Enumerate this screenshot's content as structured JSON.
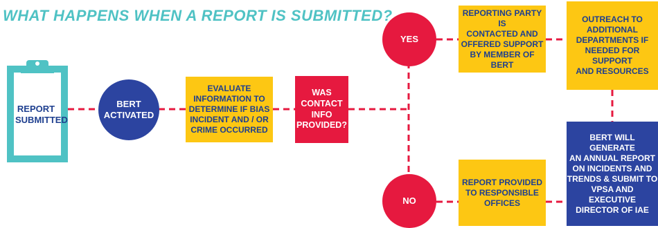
{
  "title": "WHAT HAPPENS WHEN A REPORT IS SUBMITTED?",
  "colors": {
    "teal": "#4fc2c4",
    "navy": "#2c44a0",
    "yellow": "#fdc713",
    "red": "#e6193f",
    "dash": "#e6193f",
    "text_dark": "#1e3f8f",
    "text_light": "#ffffff"
  },
  "icons": {
    "clipboard": "clipboard-icon"
  },
  "nodes": {
    "report_submitted": "REPORT\nSUBMITTED",
    "bert_activated": "BERT\nACTIVATED",
    "evaluate": "EVALUATE\nINFORMATION TO\nDETERMINE IF BIAS\nINCIDENT AND / OR\nCRIME OCCURRED",
    "contact_question": "WAS\nCONTACT\nINFO\nPROVIDED?",
    "yes": "YES",
    "no": "NO",
    "reporting_party": "REPORTING PARTY IS\nCONTACTED AND\nOFFERED SUPPORT\nBY MEMBER OF BERT",
    "outreach": "OUTREACH TO\nADDITIONAL\nDEPARTMENTS IF\nNEEDED FOR SUPPORT\nAND RESOURCES",
    "report_provided": "REPORT PROVIDED\nTO RESPONSIBLE\nOFFICES",
    "annual_report": "BERT WILL GENERATE\nAN ANNUAL REPORT\nON INCIDENTS AND\nTRENDS & SUBMIT TO\nVPSA AND EXECUTIVE\nDIRECTOR OF IAE"
  }
}
